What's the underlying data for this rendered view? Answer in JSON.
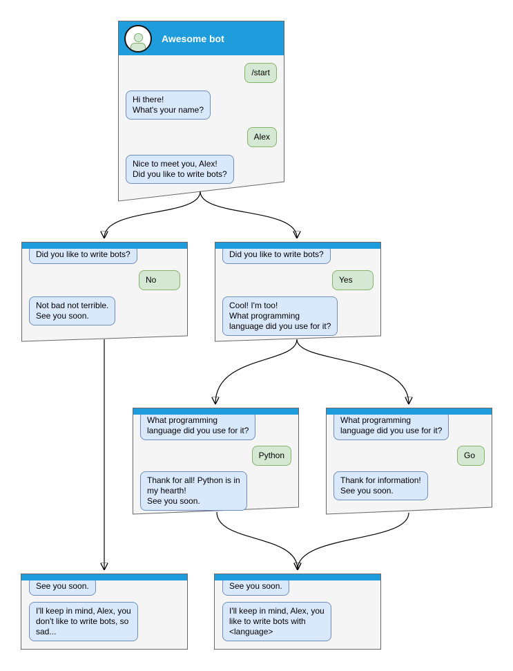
{
  "windows": [
    {
      "id": "start",
      "title": "Awesome bot",
      "avatar": "person-icon",
      "messages": [
        {
          "from": "user",
          "text": "/start"
        },
        {
          "from": "bot",
          "text": "Hi there!\nWhat's your name?"
        },
        {
          "from": "user",
          "text": "Alex"
        },
        {
          "from": "bot",
          "text": "Nice to meet you, Alex!\nDid you like to write bots?"
        }
      ]
    },
    {
      "id": "branch-no",
      "messages": [
        {
          "from": "bot",
          "text": "Did you like to write bots?"
        },
        {
          "from": "user",
          "text": "No"
        },
        {
          "from": "bot",
          "text": "Not bad not terrible.\nSee you soon."
        }
      ]
    },
    {
      "id": "branch-yes",
      "messages": [
        {
          "from": "bot",
          "text": "Did you like to write bots?"
        },
        {
          "from": "user",
          "text": "Yes"
        },
        {
          "from": "bot",
          "text": "Cool! I'm too!\nWhat programming\nlanguage did you use for it?"
        }
      ]
    },
    {
      "id": "branch-python",
      "messages": [
        {
          "from": "bot",
          "text": "What programming\nlanguage did you use for it?"
        },
        {
          "from": "user",
          "text": "Python"
        },
        {
          "from": "bot",
          "text": "Thank for all! Python is in\nmy hearth!\nSee you soon."
        }
      ]
    },
    {
      "id": "branch-go",
      "messages": [
        {
          "from": "bot",
          "text": "What programming\nlanguage did you use for it?"
        },
        {
          "from": "user",
          "text": "Go"
        },
        {
          "from": "bot",
          "text": "Thank for information!\nSee you soon."
        }
      ]
    },
    {
      "id": "end-no",
      "messages": [
        {
          "from": "bot",
          "text": "See you soon."
        },
        {
          "from": "bot",
          "text": "I'll keep in mind, Alex, you\ndon't like to write bots, so\nsad..."
        }
      ]
    },
    {
      "id": "end-yes",
      "messages": [
        {
          "from": "bot",
          "text": "See you soon."
        },
        {
          "from": "bot",
          "text": "I'll keep in mind, Alex, you\nlike to write bots with\n<language>"
        }
      ]
    }
  ],
  "connections": [
    {
      "from": "start",
      "to": "branch-no"
    },
    {
      "from": "start",
      "to": "branch-yes"
    },
    {
      "from": "branch-yes",
      "to": "branch-python"
    },
    {
      "from": "branch-yes",
      "to": "branch-go"
    },
    {
      "from": "branch-no",
      "to": "end-no"
    },
    {
      "from": "branch-python",
      "to": "end-yes"
    },
    {
      "from": "branch-go",
      "to": "end-yes"
    }
  ],
  "colors": {
    "header_blue": "#1E9CDB",
    "window_fill": "#F5F5F5",
    "window_border": "#666666",
    "bot_bubble_fill": "#DAE8FC",
    "bot_bubble_border": "#6C8EBF",
    "user_bubble_fill": "#D5E8D4",
    "user_bubble_border": "#82B366",
    "edge": "#000000"
  }
}
